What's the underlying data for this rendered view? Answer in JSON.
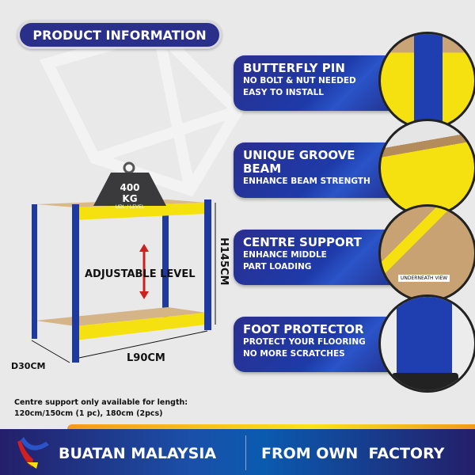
{
  "header": {
    "title": "PRODUCT INFORMATION"
  },
  "shelf": {
    "weight": "400 KG",
    "weight_sub": "UDL / LEVEL",
    "adjustable_label": "ADJUSTABLE LEVEL",
    "height": "H145CM",
    "depth": "D30CM",
    "length": "L90CM"
  },
  "features": [
    {
      "title": "BUTTERFLY PIN",
      "lines": [
        "NO BOLT & NUT NEEDED",
        "EASY TO INSTALL"
      ]
    },
    {
      "title": "UNIQUE GROOVE BEAM",
      "lines": [
        "ENHANCE BEAM STRENGTH"
      ]
    },
    {
      "title": "CENTRE SUPPORT",
      "lines": [
        "ENHANCE MIDDLE",
        "PART LOADING"
      ],
      "image_caption": "UNDERNEATH VIEW"
    },
    {
      "title": "FOOT PROTECTOR",
      "lines": [
        "PROTECT YOUR FLOORING",
        "NO MORE SCRATCHES"
      ]
    }
  ],
  "note": {
    "line1": "Centre support only available for length:",
    "line2": "120cm/150cm (1 pc), 180cm (2pcs)"
  },
  "footer": {
    "left": "BUATAN MALAYSIA",
    "right": "FROM OWN  FACTORY"
  },
  "colors": {
    "navy": "#2a2f8a",
    "blue": "#1e3aa8",
    "yellow": "#f5e10f",
    "orange": "#f39a1b"
  }
}
